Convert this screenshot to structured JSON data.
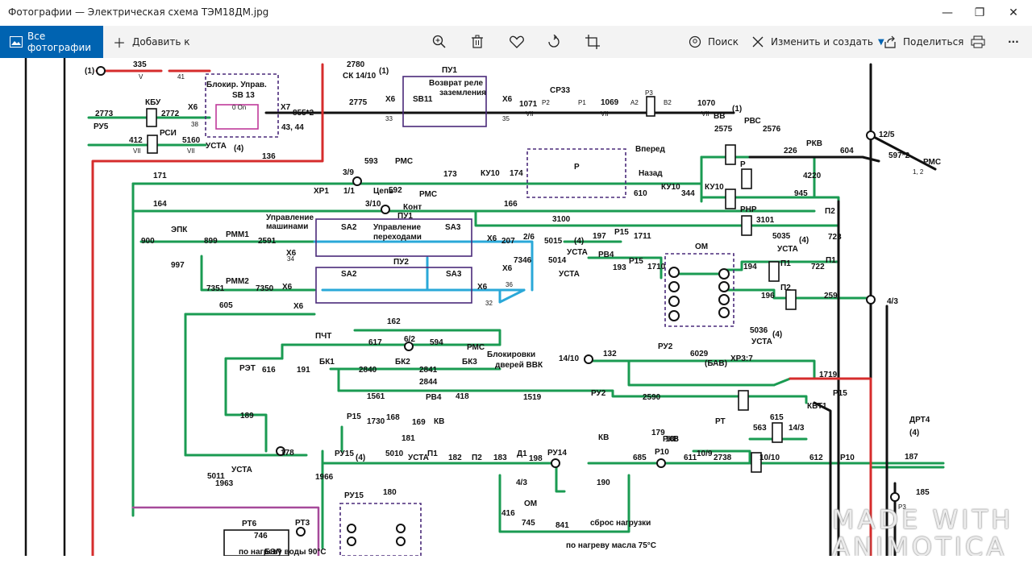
{
  "window": {
    "title": "Фотографии — Электрическая схема ТЭМ18ДМ.jpg",
    "minimize": "—",
    "maximize": "❐",
    "close": "✕"
  },
  "toolbar": {
    "all_photos": "Все фотографии",
    "add_to": "Добавить к",
    "search": "Поиск",
    "edit_create": "Изменить и создать",
    "share": "Поделиться",
    "more": "···"
  },
  "watermark": {
    "line1": "MADE WITH",
    "line2": "ANIMOTICA"
  },
  "schematic": {
    "labels": [
      "335",
      "V",
      "41",
      "(1)",
      "2780",
      "(1)",
      "СК 14/10",
      "ПУ1",
      "Возврат реле",
      "заземления",
      "SB11",
      "Х6",
      "2775",
      "33",
      "Х6",
      "35",
      "1071",
      "VII",
      "СР33",
      "Р2",
      "Р1",
      "1069",
      "VII",
      "А2",
      "Р3",
      "В2",
      "1070",
      "VII",
      "(1)",
      "ВВ",
      "Блокир. Управ.",
      "SB 13",
      "0 On",
      "2773",
      "РУ5",
      "КБУ",
      "2772",
      "Х6",
      "38",
      "Х7",
      "855*2",
      "43, 44",
      "412",
      "VII",
      "РСИ",
      "5160",
      "VII",
      "УСТА",
      "(4)",
      "136",
      "РВС",
      "2575",
      "2576",
      "Вперед",
      "Р",
      "226",
      "РКВ",
      "604",
      "12/5",
      "597*2",
      "РМС",
      "1, 2",
      "Назад",
      "Р",
      "4220",
      "3/9",
      "593",
      "РМС",
      "171",
      "173",
      "КУ10",
      "174",
      "610",
      "КУ10",
      "344",
      "КУ10",
      "945",
      "164",
      "3/10",
      "592",
      "РМС",
      "166",
      "3100",
      "РНР",
      "3101",
      "П2",
      "723",
      "ЭПК",
      "900",
      "899",
      "РММ1",
      "2591",
      "Управление",
      "машинами",
      "SA2",
      "Управление",
      "переходами",
      "SA3",
      "ПУ1",
      "Х6",
      "207",
      "2/6",
      "5015",
      "(4)",
      "УСТА",
      "197",
      "Р15",
      "1711",
      "5035",
      "(4)",
      "УСТА",
      "ОМ",
      "997",
      "Х6",
      "34",
      "5014",
      "УСТА",
      "РВ4",
      "193",
      "Р15",
      "1710",
      "194",
      "П1",
      "722",
      "П1",
      "РММ2",
      "7351",
      "7350",
      "Х6",
      "ПУ2",
      "SA2",
      "SA3",
      "Х6",
      "32",
      "7346",
      "Х6",
      "36",
      "196",
      "П2",
      "259",
      "4/3",
      "605",
      "Х6",
      "162",
      "5036",
      "(4)",
      "УСТА",
      "ПЧТ",
      "617",
      "6/2",
      "594",
      "РМС",
      "Блокировки",
      "дверей ВВК",
      "14/10",
      "132",
      "РУ2",
      "6029",
      "(БАВ)",
      "ХР3:7",
      "РЭТ",
      "616",
      "191",
      "БК1",
      "2840",
      "БК2",
      "2841",
      "БК3",
      "2844",
      "1719",
      "Р15",
      "1561",
      "РВ4",
      "418",
      "1519",
      "РУ2",
      "2590",
      "КВТ1",
      "1730",
      "Р15",
      "168",
      "169",
      "КВ",
      "181",
      "189",
      "178",
      "РТ",
      "563",
      "615",
      "14/3",
      "КВ",
      "179",
      "РКВ",
      "188",
      "ДРТ4",
      "(4)",
      "5011",
      "УСТА",
      "1963",
      "РУ15",
      "(4)",
      "5010",
      "УСТА",
      "П1",
      "182",
      "П2",
      "183",
      "Д1",
      "198",
      "РУ14",
      "685",
      "Р10",
      "611",
      "10/9",
      "2738",
      "10/10",
      "612",
      "Р10",
      "187",
      "185",
      "Р3",
      "1966",
      "РУ15",
      "180",
      "4/3",
      "190",
      "ОМ",
      "416",
      "745",
      "841",
      "сброс нагрузки",
      "по нагреву масла 75°С",
      "РТ6",
      "746",
      "РТ3",
      "по нагреву воды 90°С",
      "БЭЛ",
      "ХР1",
      "1/1",
      "Цепь",
      "Конт"
    ]
  }
}
